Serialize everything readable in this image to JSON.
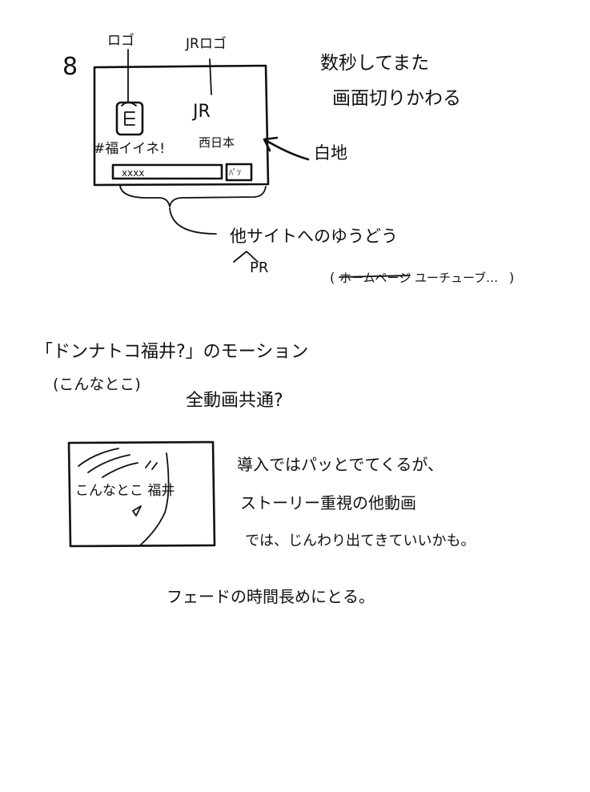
{
  "scene_number": "8",
  "storyboard_top": {
    "label_logo": "ロゴ",
    "label_jr_logo": "JRロゴ",
    "logo_text_jr": "JR",
    "logo_text_west": "西日本",
    "hashtag_text": "#福イイネ!",
    "search_text": "xxxx",
    "search_button_text": "ﾊﾟｿ",
    "note_timing_line1": "数秒してまた",
    "note_timing_line2": "画面切りかわる",
    "note_white_bg": "白地",
    "note_guidance": "他サイトへのゆうどう",
    "note_pr": "PR",
    "note_youtube": "(ホームページ ユーチューブ…)",
    "note_youtube_struck": "ホームページ",
    "note_youtube_rest": "ユーチューブ…"
  },
  "motion_section": {
    "title": "「ドンナトコ福井?」のモーション",
    "subtitle": "(こんなとこ)",
    "question": "全動画共通?",
    "frame_text": "こんなとこ 福井",
    "notes": [
      "導入ではパッとでてくるが、",
      "ストーリー重視の他動画",
      "では、じんわり出てきていいかも。"
    ],
    "fade_note": "フェードの時間長めにとる。"
  },
  "colors": {
    "ink": "#111111",
    "paper": "#ffffff"
  }
}
